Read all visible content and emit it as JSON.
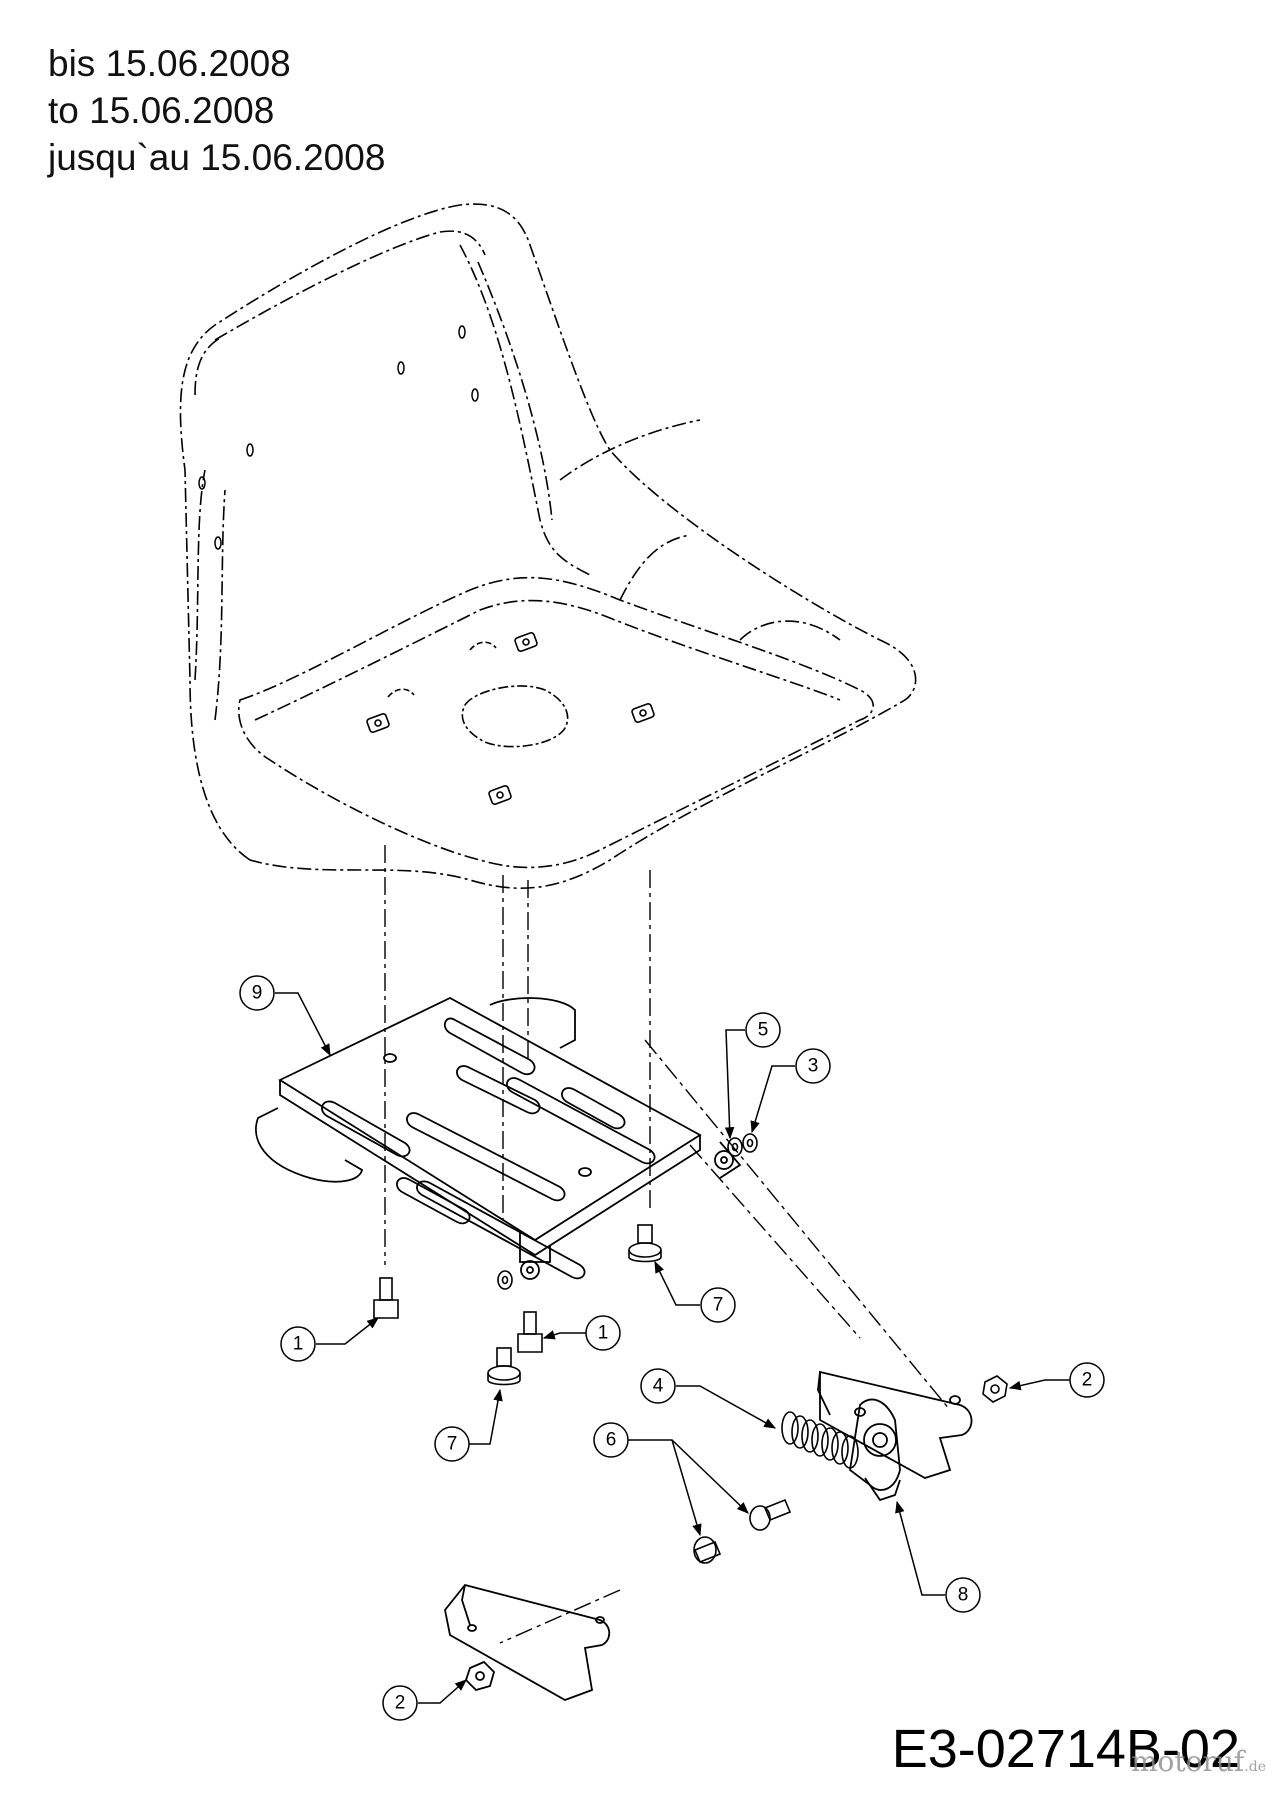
{
  "header": {
    "line1": "bis 15.06.2008",
    "line2": "to 15.06.2008",
    "line3": "jusqu`au 15.06.2008"
  },
  "drawing_code": "E3-02714B-02",
  "watermark": {
    "text": "motoruf",
    "suffix": ".de"
  },
  "callouts": [
    {
      "id": "c9",
      "label": "9"
    },
    {
      "id": "c5",
      "label": "5"
    },
    {
      "id": "c3",
      "label": "3"
    },
    {
      "id": "c7a",
      "label": "7"
    },
    {
      "id": "c1a",
      "label": "1"
    },
    {
      "id": "c1b",
      "label": "1"
    },
    {
      "id": "c7b",
      "label": "7"
    },
    {
      "id": "c4",
      "label": "4"
    },
    {
      "id": "c6",
      "label": "6"
    },
    {
      "id": "c2a",
      "label": "2"
    },
    {
      "id": "c8",
      "label": "8"
    },
    {
      "id": "c2b",
      "label": "2"
    }
  ]
}
